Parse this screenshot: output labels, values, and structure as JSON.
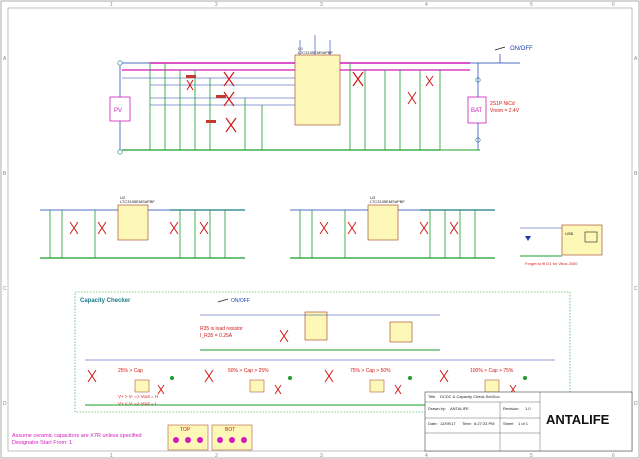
{
  "border": {
    "cols": [
      "1",
      "2",
      "3",
      "4",
      "5",
      "6"
    ],
    "rows": [
      "A",
      "B",
      "C",
      "D"
    ]
  },
  "onoff_top": "ON/OFF",
  "onoff_checker": "ON/OFF",
  "pv_label": "PV",
  "bat_label": "BAT",
  "battery_desc": [
    "2S1P NiCd",
    "Vnom = 2.4V"
  ],
  "converters": [
    {
      "ref": "U1",
      "part": "LTC3105EMS#PBF"
    },
    {
      "ref": "U2",
      "part": "LTC3105EMS#PBF"
    },
    {
      "ref": "U3",
      "part": "LTC3105EMS#PBF"
    }
  ],
  "usb": {
    "label": "USB",
    "note": "Forget to fit D1 for Vbus 2000"
  },
  "checker": {
    "title": "Capacity Checker",
    "resistor_note": [
      "R35 is load resistor",
      "I_R35 = 0.25A"
    ],
    "stages": [
      "25% > Cap",
      "50% > Cap > 25%",
      "75% > Cap > 50%",
      "100% > Cap > 75%"
    ],
    "logic": [
      "V+ > V- => Vout = H",
      "V+ < V- => Vout = L"
    ]
  },
  "assumptions": [
    "Assume ceramic capacitors are X7R unless specified",
    "Designator Start From: 1"
  ],
  "top_bot": {
    "top": "TOP",
    "bot": "BOT"
  },
  "title_block": {
    "title_label": "Title",
    "title": "DCDC & Capacity Check.SchDoc",
    "drawn_label": "Drawn by:",
    "drawn": "ANTALIFE",
    "date_label": "Date:",
    "date": "12/09/17",
    "time_label": "Time:",
    "time": "6:27:33 PM",
    "rev_label": "Revision:",
    "rev": "1.0",
    "sheet_label": "Sheet",
    "sheet": "1 of 1",
    "logo": "ANTALIFE"
  }
}
